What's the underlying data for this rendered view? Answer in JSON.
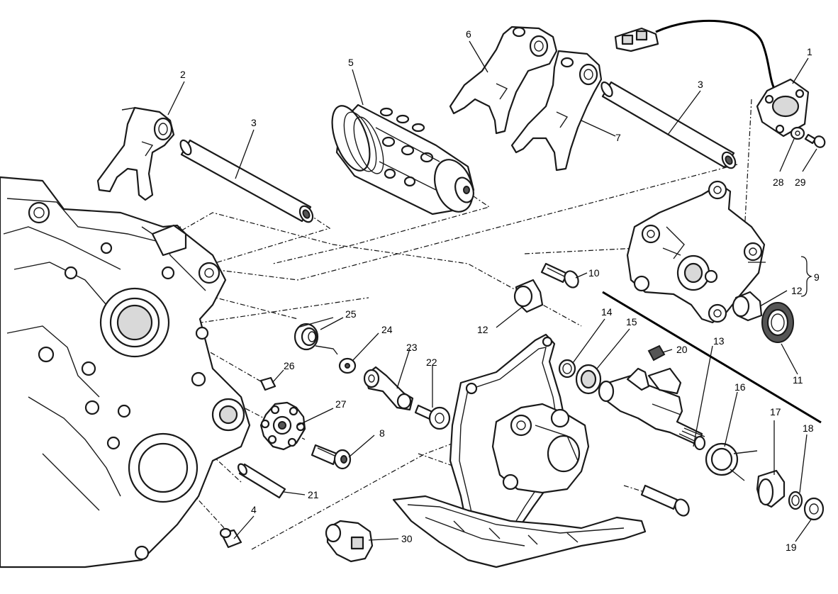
{
  "callouts": {
    "c1": "1",
    "c2": "2",
    "c3a": "3",
    "c3b": "3",
    "c4": "4",
    "c5": "5",
    "c6": "6",
    "c7": "7",
    "c8": "8",
    "c9": "9",
    "c10": "10",
    "c11": "11",
    "c12a": "12",
    "c12b": "12",
    "c13": "13",
    "c14": "14",
    "c15": "15",
    "c16": "16",
    "c17": "17",
    "c18": "18",
    "c19": "19",
    "c20": "20",
    "c21": "21",
    "c22": "22",
    "c23": "23",
    "c24": "24",
    "c25": "25",
    "c26": "26",
    "c27": "27",
    "c28": "28",
    "c29": "29",
    "c30": "30"
  },
  "colors": {
    "line": "#1a1a1a",
    "shade": "#d9d9d9",
    "background": "#ffffff"
  }
}
